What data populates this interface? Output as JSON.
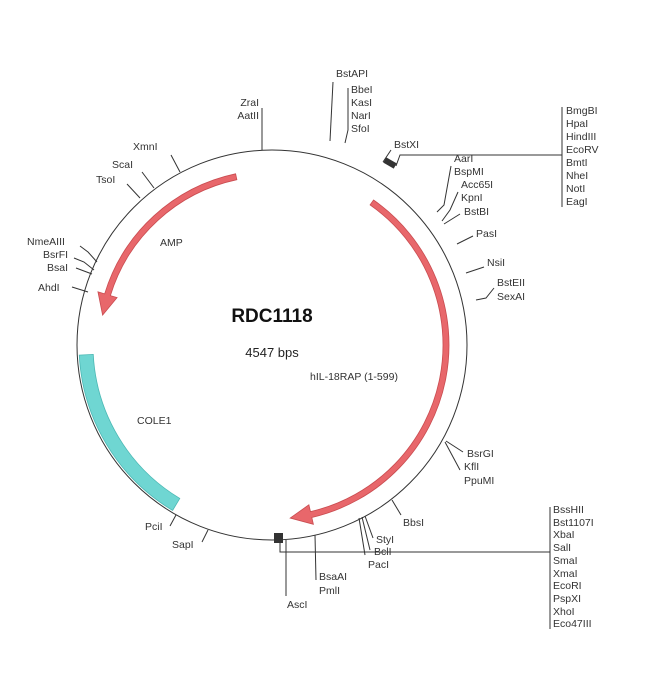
{
  "plasmid": {
    "name": "RDC1118",
    "size": "4547 bps"
  },
  "features": [
    {
      "label": "AMP",
      "color": "#e8676b"
    },
    {
      "label": "hIL-18RAP (1-599)",
      "color": "#e8676b"
    },
    {
      "label": "COLE1",
      "color": "#6fd6d2"
    }
  ],
  "sites": {
    "bstapi": "BstAPI",
    "bbei": "BbeI",
    "kasi": "KasI",
    "nari": "NarI",
    "sfoi": "SfoI",
    "zrai": "ZraI",
    "aatii": "AatII",
    "xmni": "XmnI",
    "scai": "ScaI",
    "tsoi": "TsoI",
    "bstxi": "BstXI",
    "aari": "AarI",
    "bspmi": "BspMI",
    "acc65i": "Acc65I",
    "kpni": "KpnI",
    "bstbi": "BstBI",
    "pasi": "PasI",
    "nsii": "NsiI",
    "bsteii": "BstEII",
    "sexai": "SexAI",
    "nmeaiii": "NmeAIII",
    "bsrfi": "BsrFI",
    "bsai": "BsaI",
    "ahdi": "AhdI",
    "bsrgi": "BsrGI",
    "kfli": "KflI",
    "ppumi": "PpuMI",
    "bbsi": "BbsI",
    "styi": "StyI",
    "bcli": "BclI",
    "paci": "PacI",
    "bsaai": "BsaAI",
    "pmli": "PmlI",
    "asci": "AscI",
    "pcii": "PciI",
    "sapi": "SapI"
  },
  "mcs_top": [
    "BmgBI",
    "HpaI",
    "HindIII",
    "EcoRV",
    "BmtI",
    "NheI",
    "NotI",
    "EagI"
  ],
  "mcs_bottom": [
    "BssHII",
    "Bst1107I",
    "XbaI",
    "SalI",
    "SmaI",
    "XmaI",
    "EcoRI",
    "PspXI",
    "XhoI",
    "Eco47III"
  ]
}
